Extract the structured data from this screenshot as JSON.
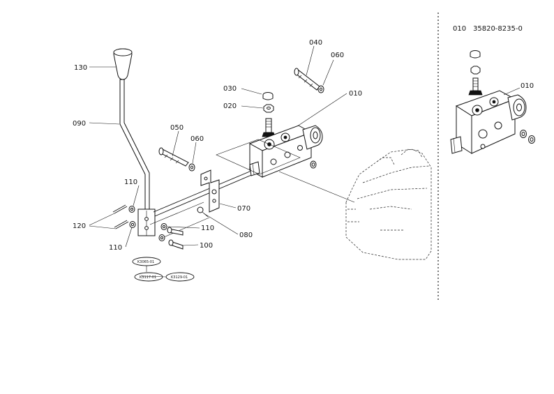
{
  "inset": {
    "label": "010",
    "part_number": "35820-8235-0"
  },
  "callouts": {
    "c130": "130",
    "c090": "090",
    "c050": "050",
    "c060a": "060",
    "c040": "040",
    "c060b": "060",
    "c030": "030",
    "c020": "020",
    "c010": "010",
    "c110a": "110",
    "c120": "120",
    "c110b": "110",
    "c110c": "110",
    "c100": "100",
    "c070": "070",
    "c080": "080",
    "c010_inset": "010"
  },
  "reference_tags": {
    "tag1": "K3065-01",
    "tag2": "K3117-01",
    "tag3": "K3129-01"
  }
}
